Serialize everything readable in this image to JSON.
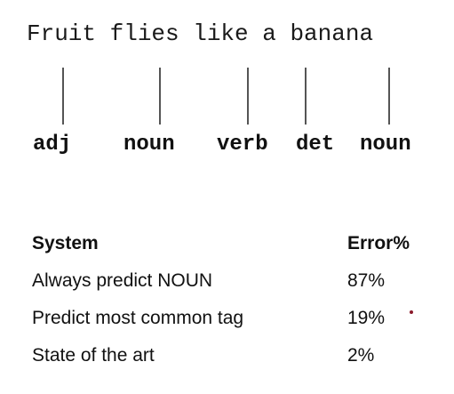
{
  "sentence": "Fruit flies like a banana",
  "tags": [
    "adj",
    "noun",
    "verb",
    "det",
    "noun"
  ],
  "table": {
    "header": {
      "system": "System",
      "error": "Error%"
    },
    "rows": [
      {
        "system": "Always predict NOUN",
        "error": "87%"
      },
      {
        "system": "Predict most common tag",
        "error": "19%"
      },
      {
        "system": "State of the art",
        "error": "2%"
      }
    ]
  },
  "colors": {
    "text": "#111111",
    "connector": "#555555",
    "dot": "#8b1a2b"
  }
}
